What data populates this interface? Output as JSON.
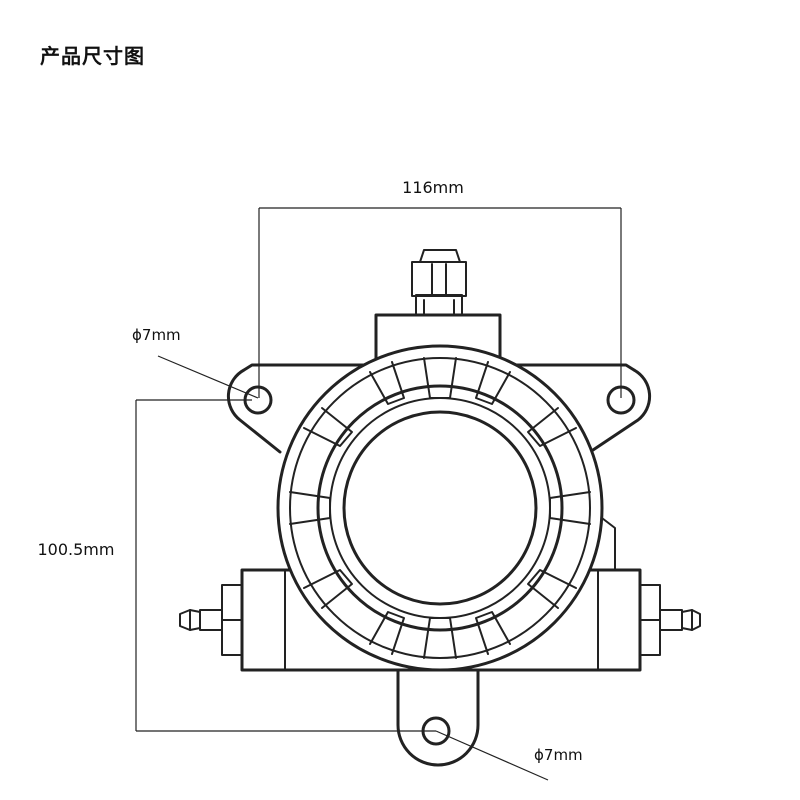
{
  "title": "产品尺寸图",
  "dimensions": {
    "width_label": "116mm",
    "height_label": "100.5mm",
    "hole_top_label": "ϕ7mm",
    "hole_bottom_label": "ϕ7mm"
  },
  "colors": {
    "line": "#222222",
    "text": "#111111",
    "background": "#ffffff"
  }
}
